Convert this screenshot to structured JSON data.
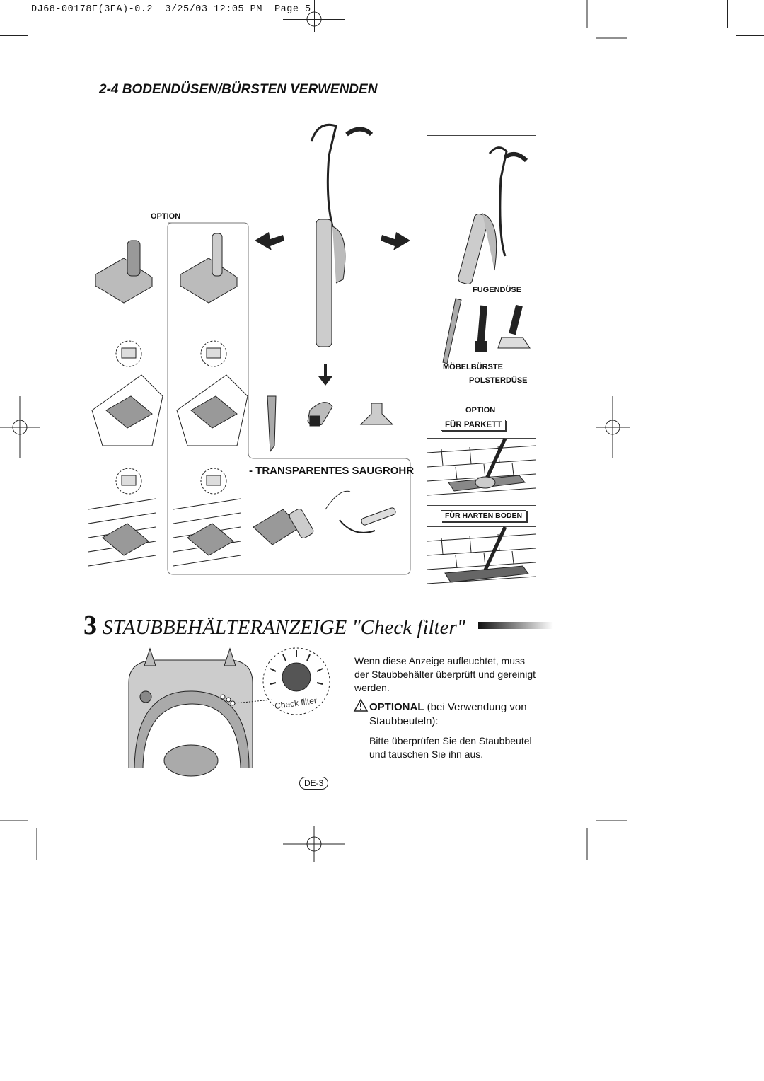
{
  "header": {
    "print_info": "DJ68-00178E(3EA)-0.2  3/25/03 12:05 PM  Page 5"
  },
  "section": {
    "title": "2-4 BODENDÜSEN/BÜRSTEN VERWENDEN",
    "option_label_left": "OPTION",
    "option_label_right": "OPTION",
    "transparent_tube_label": "- TRANSPARENTES SAUGROHR",
    "fugenduese": "FUGENDÜSE",
    "moebelbuerste": "MÖBELBÜRSTE",
    "polsterduese": "POLSTERDÜSE",
    "fuer_parkett": "FÜR PARKETT",
    "fuer_harten_boden": "FÜR HARTEN BODEN"
  },
  "indicator": {
    "number": "3",
    "title": "STAUBBEHÄLTERANZEIGE \"Check filter\"",
    "lamp_label": "Check filter",
    "description": "Wenn diese Anzeige aufleuchtet, muss der Staubbehälter überprüft und gereinigt werden.",
    "optional_bold": "OPTIONAL",
    "optional_rest": " (bei Verwendung von Staubbeuteln):",
    "optional_instruction": "Bitte überprüfen Sie den Staubbeutel und tauschen Sie ihn aus."
  },
  "footer": {
    "page_number": "DE-3"
  }
}
